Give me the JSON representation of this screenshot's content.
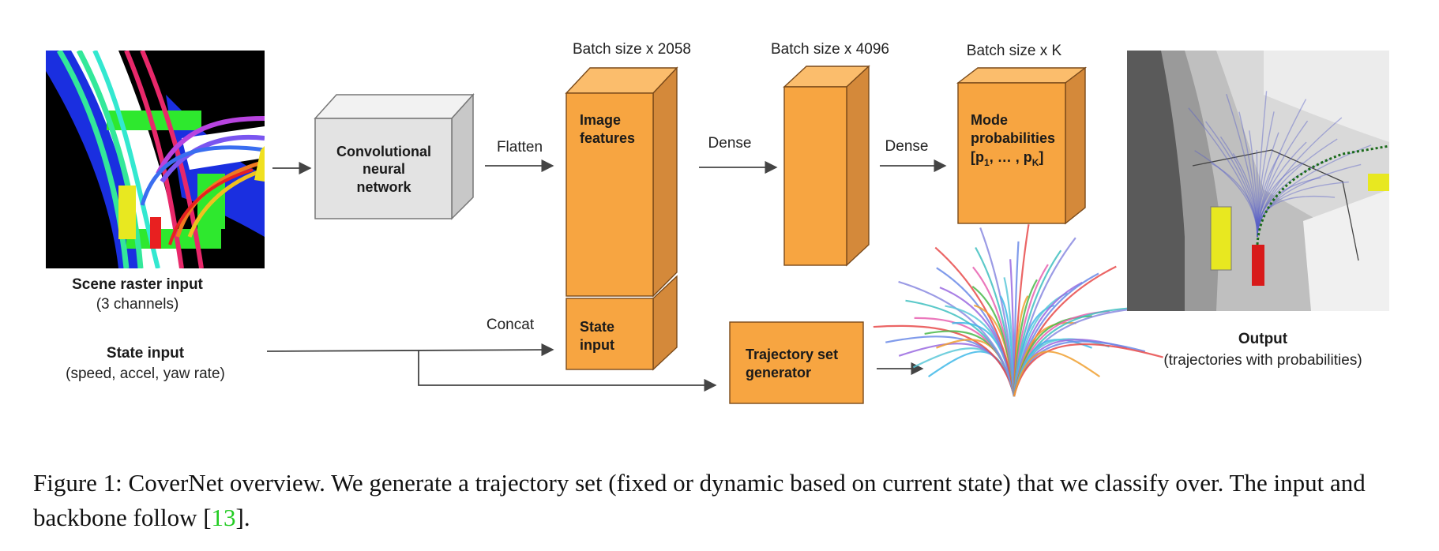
{
  "scene_raster": {
    "title": "Scene raster input",
    "subtitle": "(3 channels)"
  },
  "state_input_label": {
    "title": "State input",
    "subtitle": "(speed, accel, yaw rate)"
  },
  "cnn": {
    "lines": [
      "Convolutional",
      "neural",
      "network"
    ]
  },
  "edges": {
    "flatten": "Flatten",
    "dense1": "Dense",
    "dense2": "Dense",
    "concat": "Concat"
  },
  "batch_labels": {
    "features": "Batch size x 2058",
    "dense": "Batch size x 4096",
    "modes": "Batch size x K"
  },
  "image_features": {
    "lines": [
      "Image",
      "features"
    ]
  },
  "state_box": {
    "lines": [
      "State",
      "input"
    ]
  },
  "mode_probs": {
    "line1": "Mode",
    "line2": "probabilities",
    "open": "[p",
    "sub1": "1",
    "mid": ", … , p",
    "subK": "K",
    "close": "]"
  },
  "traj_gen": {
    "lines": [
      "Trajectory set",
      "generator"
    ]
  },
  "output": {
    "title": "Output",
    "subtitle": "(trajectories with probabilities)"
  },
  "caption": {
    "prefix": "Figure 1: CoverNet overview.  We generate a trajectory set (fixed or dynamic based on current state) that we classify over. The input and backbone follow [",
    "ref": "13",
    "suffix": "]."
  },
  "colors": {
    "box_orange": "#f7a541",
    "box_side": "#d4893a",
    "box_top": "#fbbd6c",
    "cnn_gray": "#e3e3e3",
    "arrow": "#444444"
  }
}
